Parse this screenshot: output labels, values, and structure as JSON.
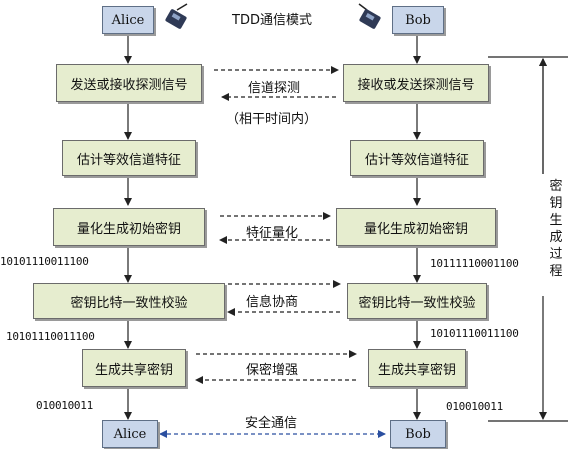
{
  "mode_title": "TDD通信模式",
  "alice": {
    "top_label": "Alice",
    "bottom_label": "Alice"
  },
  "bob": {
    "top_label": "Bob",
    "bottom_label": "Bob"
  },
  "left_steps": [
    "发送或接收探测信号",
    "估计等效信道特征",
    "量化生成初始密钥",
    "密钥比特一致性校验",
    "生成共享密钥"
  ],
  "right_steps": [
    "接收或发送探测信号",
    "估计等效信道特征",
    "量化生成初始密钥",
    "密钥比特一致性校验",
    "生成共享密钥"
  ],
  "exchanges": {
    "probe": "信道探测",
    "probe_note": "（相干时间内）",
    "quantize": "特征量化",
    "reconcile": "信息协商",
    "privacy": "保密增强",
    "secure": "安全通信"
  },
  "bits": {
    "alice_initial": "10101110011100",
    "bob_initial": "10111110001100",
    "alice_reconciled": "10101110011100",
    "bob_reconciled": "10101110011100",
    "alice_key": "010010011",
    "bob_key": "010010011"
  },
  "process_label": [
    "密",
    "钥",
    "生",
    "成",
    "过",
    "程"
  ],
  "colors": {
    "step_fill": "#e6edcf",
    "node_fill": "#c9d6ea",
    "secure_arrow": "#2b4fa0"
  },
  "icons": [
    "antenna-device-icon",
    "antenna-device-icon"
  ]
}
